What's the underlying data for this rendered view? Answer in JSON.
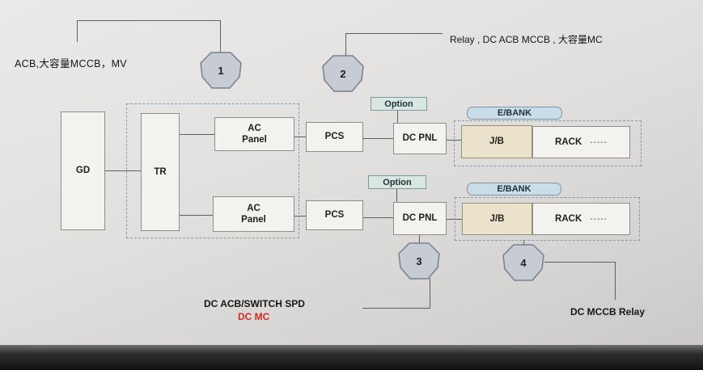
{
  "annotations": {
    "top_left": "ACB,大容量MCCB，MV",
    "top_right": "Relay , DC ACB MCCB , 大容量MC",
    "bottom_left": "DC ACB/SWITCH SPD",
    "bottom_left_red": "DC MC",
    "bottom_right": "DC MCCB Relay"
  },
  "callouts": [
    "1",
    "2",
    "3",
    "4"
  ],
  "blocks": {
    "gd": "GD",
    "tr": "TR"
  },
  "rows": [
    {
      "ac_panel": "AC\nPanel",
      "pcs": "PCS",
      "dc_pnl": "DC PNL",
      "option": "Option",
      "ebank_label": "E/BANK",
      "jb": "J/B",
      "rack": "RACK",
      "rack_dots": "-----"
    },
    {
      "ac_panel": "AC\nPanel",
      "pcs": "PCS",
      "dc_pnl": "DC PNL",
      "option": "Option",
      "ebank_label": "E/BANK",
      "jb": "J/B",
      "rack": "RACK",
      "rack_dots": "-----"
    }
  ],
  "colors": {
    "red_text": "#cf2b1f",
    "option_fill": "#d8e7e0",
    "ebank_fill": "#c9dde8",
    "jb_fill": "#eae2ca",
    "callout_fill": "#c6cbd4",
    "line": "#5f5f5f"
  }
}
